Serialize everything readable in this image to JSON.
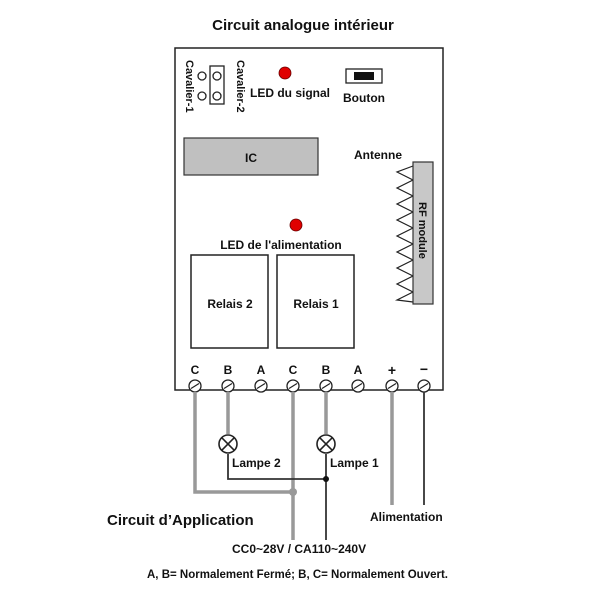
{
  "title": "Circuit analogue intérieur",
  "board": {
    "jumper_1_label": "Cavalier-1",
    "jumper_2_label": "Cavalier-2",
    "signal_led_label": "LED du signal",
    "button_label": "Bouton",
    "ic_label": "IC",
    "antenna_label": "Antenne",
    "rf_module_label": "RF module",
    "power_led_label": "LED de l'alimentation",
    "relay_2_label": "Relais 2",
    "relay_1_label": "Relais 1",
    "led_color": "#e00000"
  },
  "terminals": [
    "C",
    "B",
    "A",
    "C",
    "B",
    "A",
    "+",
    "−"
  ],
  "external": {
    "lamp_2_label": "Lampe 2",
    "lamp_1_label": "Lampe 1",
    "application_label": "Circuit d’Application",
    "power_label": "Alimentation",
    "voltage_label": "CC0~28V / CA110~240V",
    "footnote": "A, B= Normalement Fermé; B, C= Normalement Ouvert."
  },
  "colors": {
    "wire_grey": "#999999",
    "wire_dark": "#333333",
    "ic_fill": "#c0c0c0",
    "module_fill": "#c8c8c8"
  }
}
